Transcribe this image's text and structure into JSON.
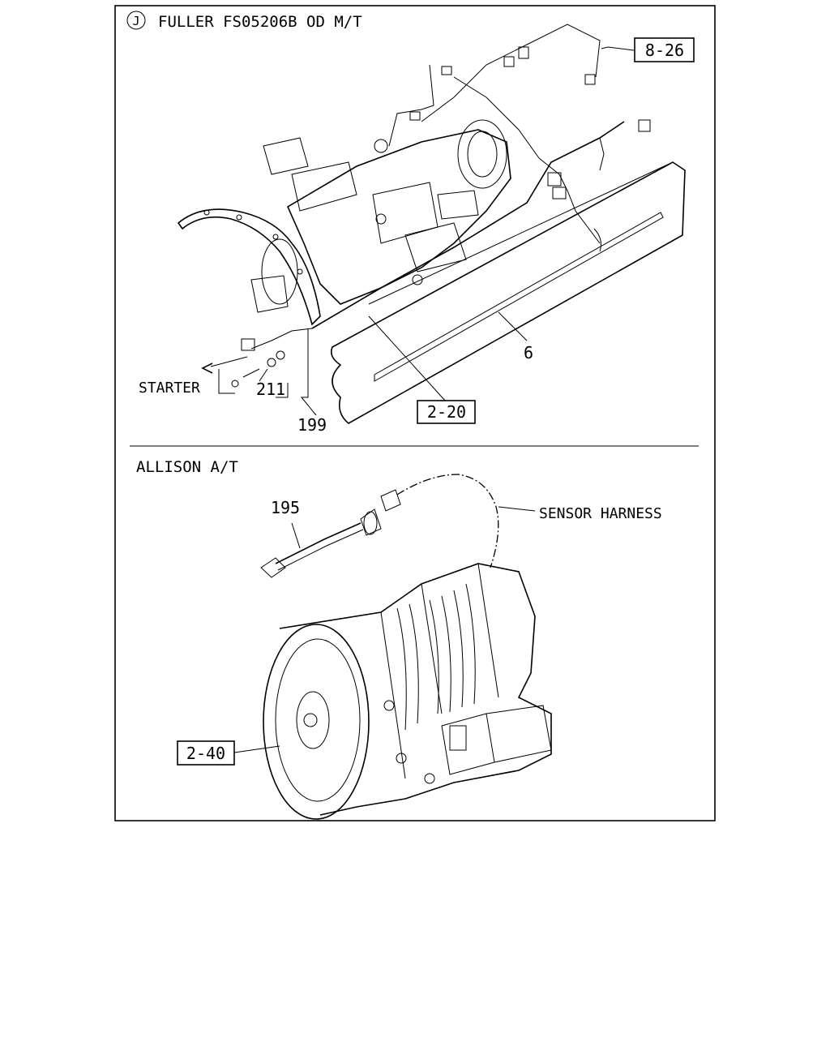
{
  "sections": {
    "top": {
      "badge": "J",
      "title": "FULLER FS05206B OD M/T"
    },
    "bottom": {
      "title": "ALLISON A/T"
    }
  },
  "labels": {
    "ref_8_26": "8-26",
    "ref_2_20": "2-20",
    "ref_2_40": "2-40",
    "part_6": "6",
    "part_211": "211",
    "part_199": "199",
    "part_195": "195",
    "starter": "STARTER",
    "sensor_harness": "SENSOR HARNESS"
  }
}
